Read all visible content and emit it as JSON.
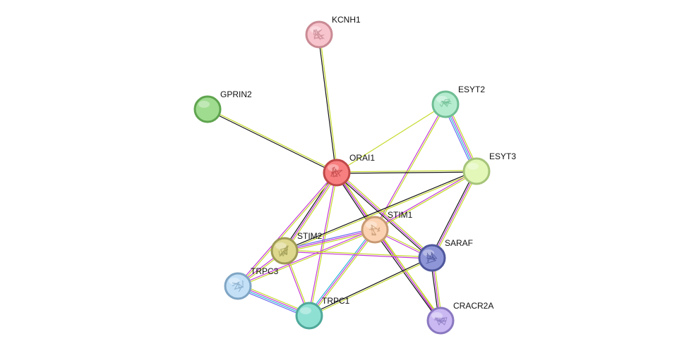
{
  "nodes": [
    {
      "id": "KCNH1",
      "label": "KCNH1",
      "fill": "#f7c3cc",
      "stroke": "#c98a94",
      "glyph": "protein-structure-icon"
    },
    {
      "id": "GPRIN2",
      "label": "GPRIN2",
      "fill": "#9fdc8f",
      "stroke": "#5fa44f",
      "glyph": ""
    },
    {
      "id": "ESYT2",
      "label": "ESYT2",
      "fill": "#b5ecd0",
      "stroke": "#6ebd93",
      "glyph": "protein-structure-icon"
    },
    {
      "id": "ORAI1",
      "label": "ORAI1",
      "fill": "#f77f7f",
      "stroke": "#c04848",
      "glyph": "protein-structure-icon"
    },
    {
      "id": "ESYT3",
      "label": "ESYT3",
      "fill": "#e2f7b8",
      "stroke": "#a6c479",
      "glyph": ""
    },
    {
      "id": "STIM1",
      "label": "STIM1",
      "fill": "#fbd3b3",
      "stroke": "#c79a73",
      "glyph": "protein-structure-icon"
    },
    {
      "id": "STIM2",
      "label": "STIM2",
      "fill": "#ddd88e",
      "stroke": "#9e9a55",
      "glyph": "protein-structure-icon"
    },
    {
      "id": "SARAF",
      "label": "SARAF",
      "fill": "#8e96d8",
      "stroke": "#4f579c",
      "glyph": "protein-structure-icon"
    },
    {
      "id": "TRPC3",
      "label": "TRPC3",
      "fill": "#c3e0f7",
      "stroke": "#7fa5c4",
      "glyph": "protein-structure-icon"
    },
    {
      "id": "TRPC1",
      "label": "TRPC1",
      "fill": "#8ee0d3",
      "stroke": "#4fa99a",
      "glyph": ""
    },
    {
      "id": "CRACR2A",
      "label": "CRACR2A",
      "fill": "#c9b8f2",
      "stroke": "#8a78c0",
      "glyph": "protein-structure-icon"
    }
  ],
  "edge_colors": {
    "coexpression": "#111111",
    "textmining": "#c5d92a",
    "experiments": "#c43bd6",
    "databases": "#29b5d6",
    "homology": "#6a6aef"
  },
  "edges": [
    {
      "source": "KCNH1",
      "target": "ORAI1",
      "types": [
        "textmining",
        "coexpression"
      ]
    },
    {
      "source": "GPRIN2",
      "target": "ORAI1",
      "types": [
        "textmining",
        "coexpression"
      ]
    },
    {
      "source": "ESYT2",
      "target": "ORAI1",
      "types": [
        "textmining"
      ]
    },
    {
      "source": "ESYT2",
      "target": "ESYT3",
      "types": [
        "textmining",
        "experiments",
        "databases",
        "homology"
      ]
    },
    {
      "source": "ESYT2",
      "target": "STIM1",
      "types": [
        "textmining",
        "experiments"
      ]
    },
    {
      "source": "ORAI1",
      "target": "ESYT3",
      "types": [
        "textmining",
        "coexpression"
      ]
    },
    {
      "source": "ORAI1",
      "target": "STIM1",
      "types": [
        "textmining",
        "experiments",
        "coexpression"
      ]
    },
    {
      "source": "ORAI1",
      "target": "STIM2",
      "types": [
        "textmining",
        "experiments",
        "coexpression"
      ]
    },
    {
      "source": "ORAI1",
      "target": "SARAF",
      "types": [
        "textmining",
        "experiments",
        "coexpression"
      ]
    },
    {
      "source": "ORAI1",
      "target": "TRPC3",
      "types": [
        "textmining",
        "experiments"
      ]
    },
    {
      "source": "ORAI1",
      "target": "TRPC1",
      "types": [
        "textmining",
        "experiments"
      ]
    },
    {
      "source": "ORAI1",
      "target": "CRACR2A",
      "types": [
        "textmining",
        "experiments"
      ]
    },
    {
      "source": "ESYT3",
      "target": "STIM1",
      "types": [
        "textmining",
        "experiments"
      ]
    },
    {
      "source": "ESYT3",
      "target": "STIM2",
      "types": [
        "textmining",
        "coexpression"
      ]
    },
    {
      "source": "ESYT3",
      "target": "SARAF",
      "types": [
        "textmining",
        "experiments",
        "coexpression"
      ]
    },
    {
      "source": "STIM1",
      "target": "STIM2",
      "types": [
        "textmining",
        "experiments",
        "homology"
      ]
    },
    {
      "source": "STIM1",
      "target": "SARAF",
      "types": [
        "textmining",
        "experiments"
      ]
    },
    {
      "source": "STIM1",
      "target": "TRPC3",
      "types": [
        "textmining",
        "experiments"
      ]
    },
    {
      "source": "STIM1",
      "target": "TRPC1",
      "types": [
        "textmining",
        "experiments",
        "databases"
      ]
    },
    {
      "source": "STIM1",
      "target": "CRACR2A",
      "types": [
        "textmining",
        "experiments",
        "coexpression"
      ]
    },
    {
      "source": "STIM2",
      "target": "SARAF",
      "types": [
        "textmining",
        "experiments"
      ]
    },
    {
      "source": "STIM2",
      "target": "TRPC3",
      "types": [
        "textmining",
        "experiments"
      ]
    },
    {
      "source": "STIM2",
      "target": "TRPC1",
      "types": [
        "textmining",
        "experiments"
      ]
    },
    {
      "source": "SARAF",
      "target": "TRPC1",
      "types": [
        "textmining",
        "coexpression"
      ]
    },
    {
      "source": "SARAF",
      "target": "CRACR2A",
      "types": [
        "textmining",
        "experiments",
        "coexpression"
      ]
    },
    {
      "source": "TRPC3",
      "target": "TRPC1",
      "types": [
        "textmining",
        "experiments",
        "databases",
        "homology"
      ]
    }
  ]
}
